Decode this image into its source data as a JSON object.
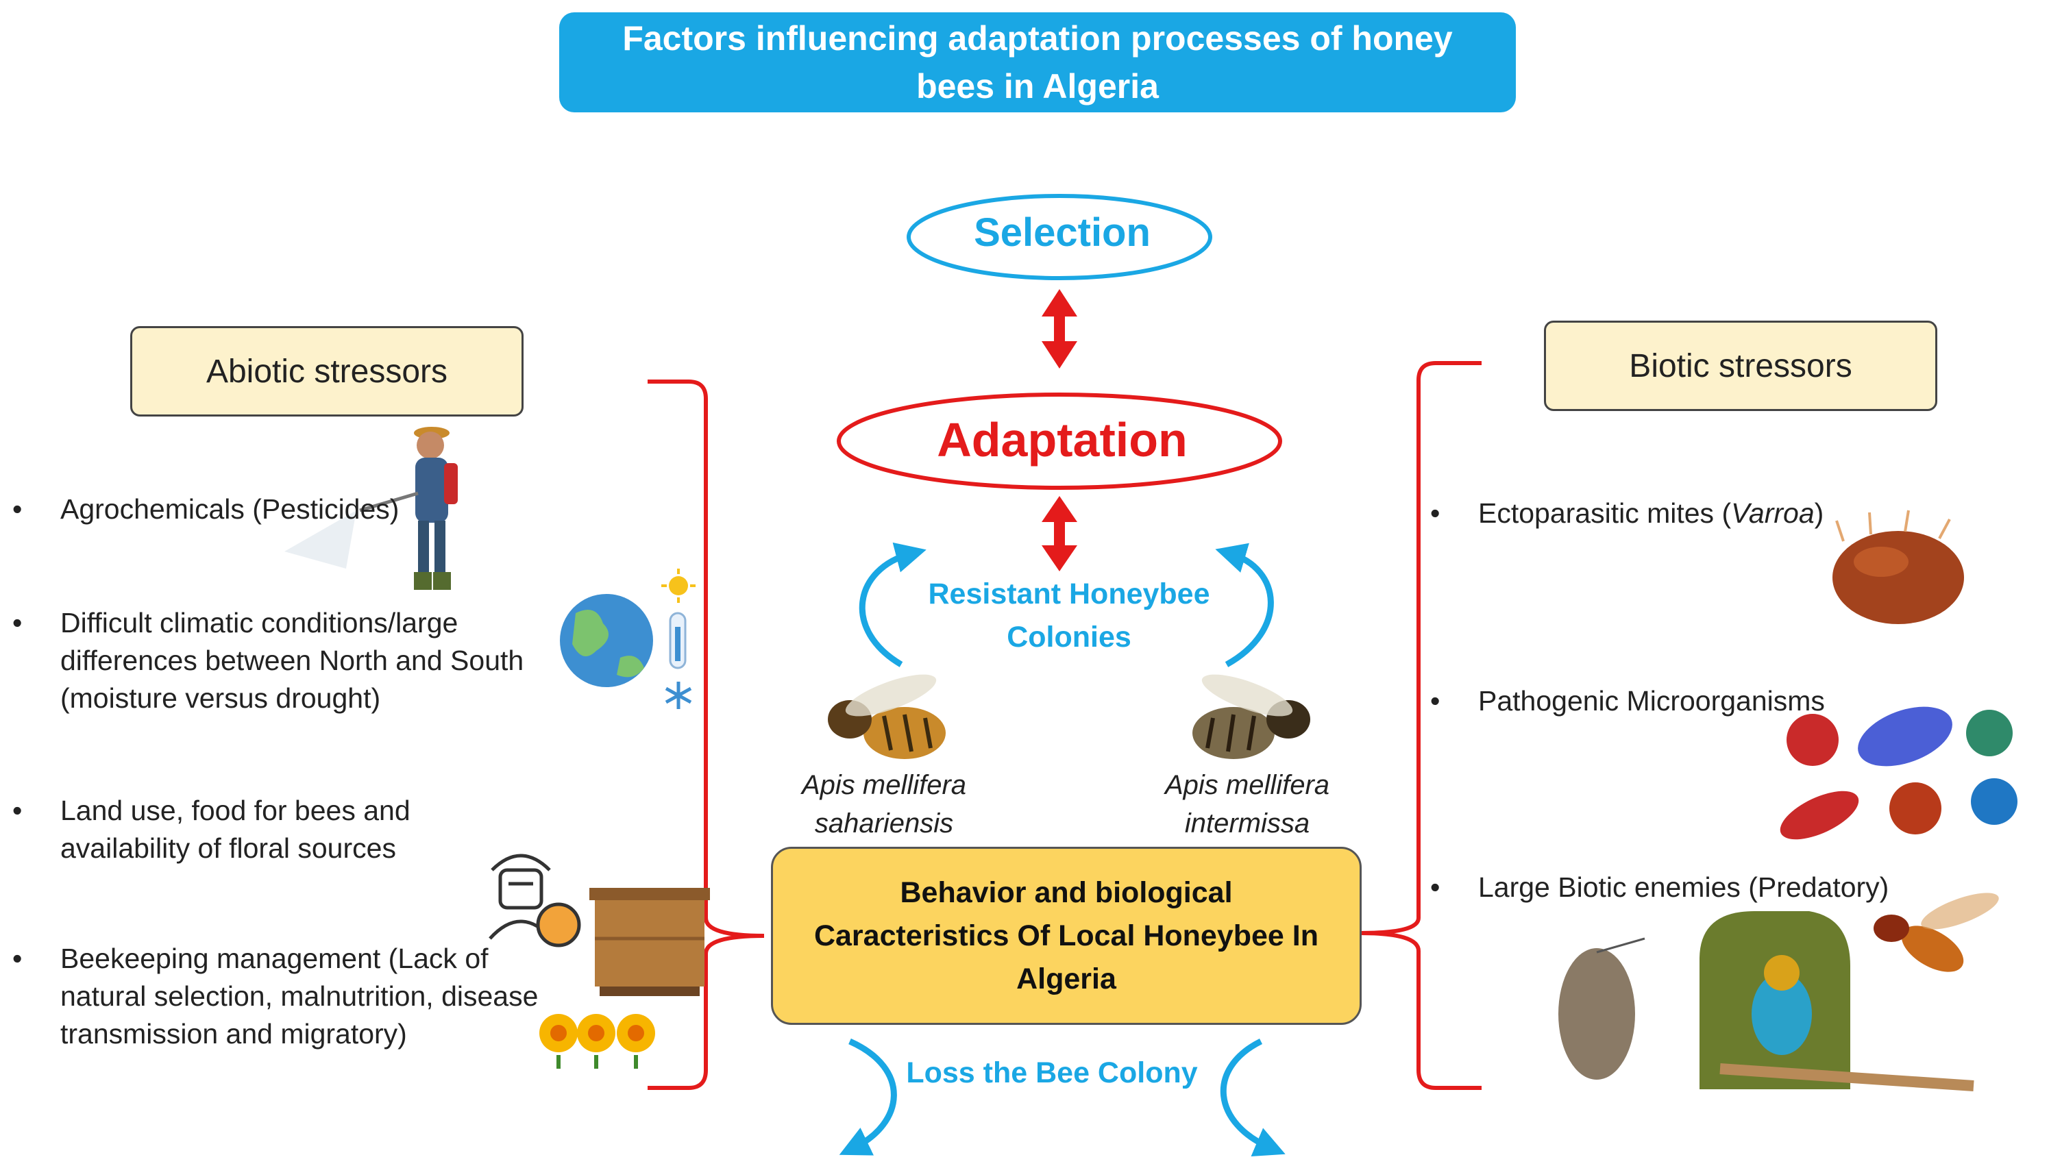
{
  "title": "Factors influencing adaptation processes of honey bees in Algeria",
  "selection": "Selection",
  "adaptation": "Adaptation",
  "resistant": "Resistant Honeybee Colonies",
  "loss": "Loss the Bee Colony",
  "center_box": "Behavior and biological Caracteristics Of Local Honeybee In Algeria",
  "species": {
    "sp1_genus": "Apis mellifera",
    "sp1_sub": "sahariensis",
    "sp2_genus": "Apis mellifera",
    "sp2_sub": "intermissa"
  },
  "abiotic": {
    "label": "Abiotic stressors",
    "items": [
      "Agrochemicals (Pesticides)",
      "Difficult climatic conditions/large differences between North and South (moisture versus drought)",
      "Land use, food for bees and availability of floral sources",
      "Beekeeping management (Lack of natural selection, malnutrition, disease transmission and migratory)"
    ]
  },
  "biotic": {
    "label": "Biotic stressors",
    "items": [
      {
        "pre": "Ectoparasitic mites (",
        "italic": "Varroa",
        "post": ")"
      },
      {
        "pre": "Pathogenic Microorganisms",
        "italic": "",
        "post": ""
      },
      {
        "pre": "Large Biotic enemies (Predatory)",
        "italic": "",
        "post": ""
      }
    ]
  },
  "bullet": "•",
  "colors": {
    "blue": "#1aa7e4",
    "red": "#e41b1b",
    "cream": "#fdf2cc",
    "gold": "#fcd45f"
  },
  "icons": [
    "farmer-spraying-icon",
    "globe-icon",
    "sun-icon",
    "thermometer-icon",
    "snowflake-icon",
    "beekeeper-icon",
    "beehive-icon",
    "flowers-icon",
    "varroa-mite-icon",
    "virus-icon",
    "moth-icon",
    "bee-eater-bird-icon",
    "hornet-icon",
    "honeybee-icon"
  ]
}
